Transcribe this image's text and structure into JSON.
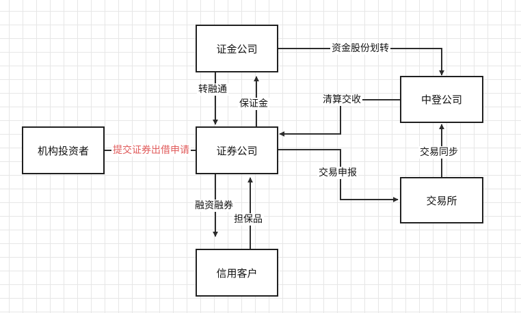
{
  "nodes": {
    "securities_finance": "证金公司",
    "clearing": "中登公司",
    "institution": "机构投资者",
    "broker": "证券公司",
    "exchange": "交易所",
    "credit_client": "信用客户"
  },
  "edges": {
    "fund_share_transfer": "资金股份划转",
    "refinancing": "转融通",
    "margin_deposit": "保证金",
    "clearing_settlement": "清算交收",
    "lending_request": "提交证券出借申请",
    "trade_sync": "交易同步",
    "order_report": "交易申报",
    "margin_trading": "融资融券",
    "collateral": "担保品"
  },
  "colors": {
    "stroke": "#2b2b2b",
    "highlight": "#e05a5a"
  }
}
